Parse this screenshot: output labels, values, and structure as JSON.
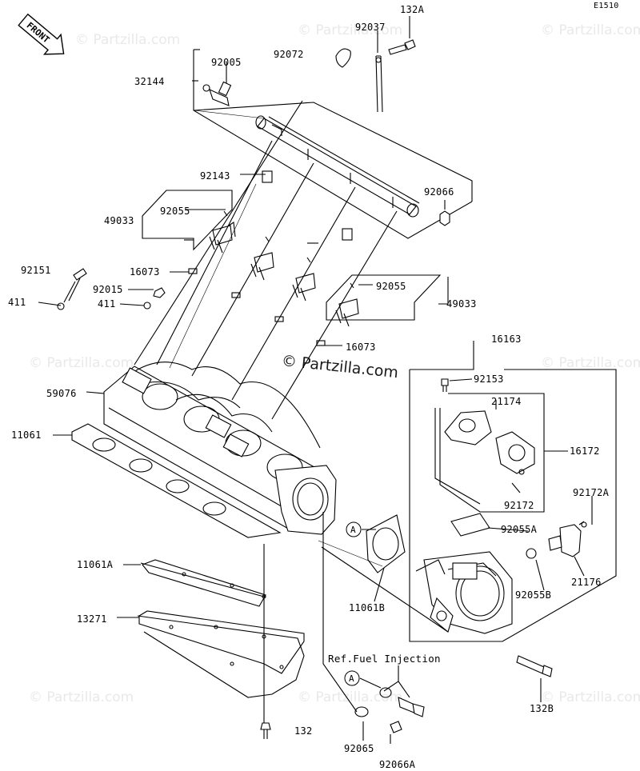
{
  "diagram_code": "E1510",
  "front_indicator": "FRONT",
  "watermark_text": "© Partzilla.com",
  "callout_marker": "A",
  "reference_note": "Ref.Fuel Injection",
  "labels": {
    "p132A": "132A",
    "p92037": "92037",
    "p92072": "92072",
    "p92005": "92005",
    "p32144": "32144",
    "p92143": "92143",
    "p92066": "92066",
    "p49033a": "49033",
    "p92055a": "92055",
    "p92151": "92151",
    "p16073a": "16073",
    "p92015": "92015",
    "p411a": "411",
    "p411b": "411",
    "p92055b": "92055",
    "p49033b": "49033",
    "p16073b": "16073",
    "p16163": "16163",
    "p92153": "92153",
    "p59076": "59076",
    "p21174": "21174",
    "p11061": "11061",
    "p16172": "16172",
    "p92172": "92172",
    "p92172A": "92172A",
    "p92055A": "92055A",
    "p11061A": "11061A",
    "p92055B": "92055B",
    "p21176": "21176",
    "p11061B": "11061B",
    "p13271": "13271",
    "p132B": "132B",
    "p132": "132",
    "p92065": "92065",
    "p92066A": "92066A"
  }
}
